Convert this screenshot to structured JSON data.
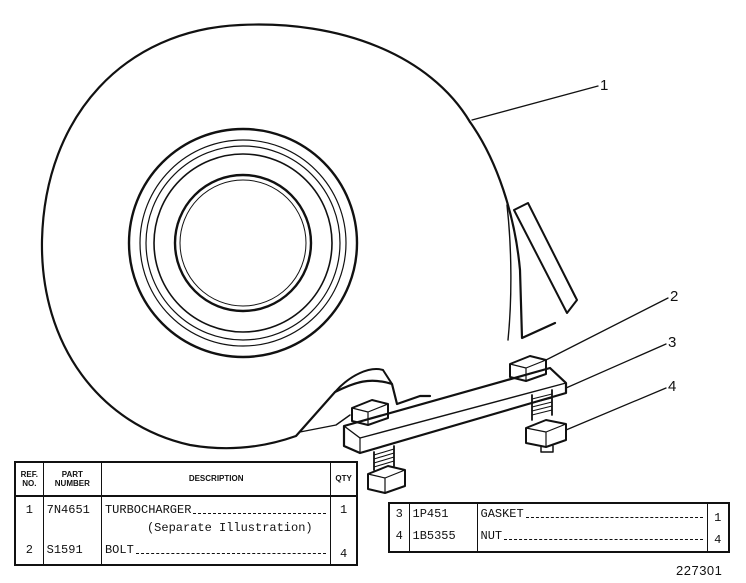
{
  "callouts": {
    "c1": "1",
    "c2": "2",
    "c3": "3",
    "c4": "4"
  },
  "table_left": {
    "headers": {
      "ref": "REF. NO.",
      "part": "PART NUMBER",
      "desc": "DESCRIPTION",
      "qty": "QTY"
    },
    "rows": [
      {
        "ref": "1",
        "part": "7N4651",
        "desc": "TURBOCHARGER",
        "desc_sub": "(Separate Illustration)",
        "qty": "1"
      },
      {
        "ref": "2",
        "part": "S1591",
        "desc": "BOLT",
        "qty": "4"
      }
    ]
  },
  "table_right": {
    "rows": [
      {
        "ref": "3",
        "part": "1P451",
        "desc": "GASKET",
        "qty": "1"
      },
      {
        "ref": "4",
        "part": "1B5355",
        "desc": "NUT",
        "qty": "4"
      }
    ]
  },
  "drawing_number": "227301"
}
